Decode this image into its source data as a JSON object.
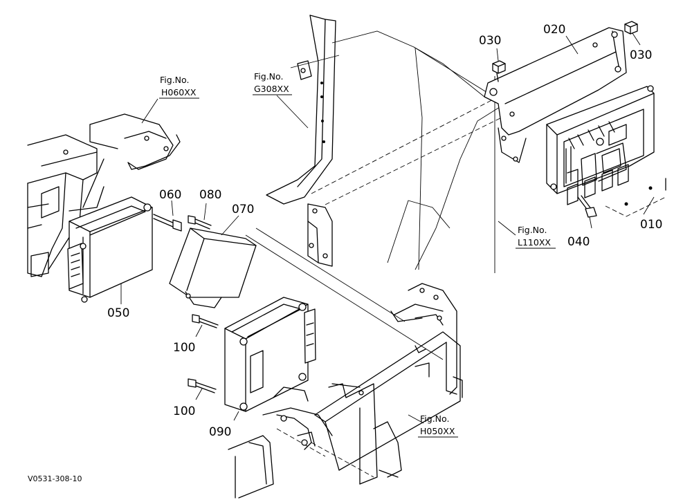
{
  "callouts": [
    {
      "id": "010",
      "text": "010"
    },
    {
      "id": "020",
      "text": "020"
    },
    {
      "id": "030a",
      "text": "030"
    },
    {
      "id": "030b",
      "text": "030"
    },
    {
      "id": "040",
      "text": "040"
    },
    {
      "id": "050",
      "text": "050"
    },
    {
      "id": "060",
      "text": "060"
    },
    {
      "id": "070",
      "text": "070"
    },
    {
      "id": "080",
      "text": "080"
    },
    {
      "id": "090",
      "text": "090"
    },
    {
      "id": "100a",
      "text": "100"
    },
    {
      "id": "100b",
      "text": "100"
    }
  ],
  "figrefs": [
    {
      "id": "h060",
      "line1": "Fig.No.",
      "line2": "H060XX"
    },
    {
      "id": "g308",
      "line1": "Fig.No.",
      "line2": "G308XX"
    },
    {
      "id": "l110",
      "line1": "Fig.No.",
      "line2": "L110XX"
    },
    {
      "id": "h050",
      "line1": "Fig.No.",
      "line2": "H050XX"
    }
  ],
  "diagram_code": "V0531-308-10"
}
